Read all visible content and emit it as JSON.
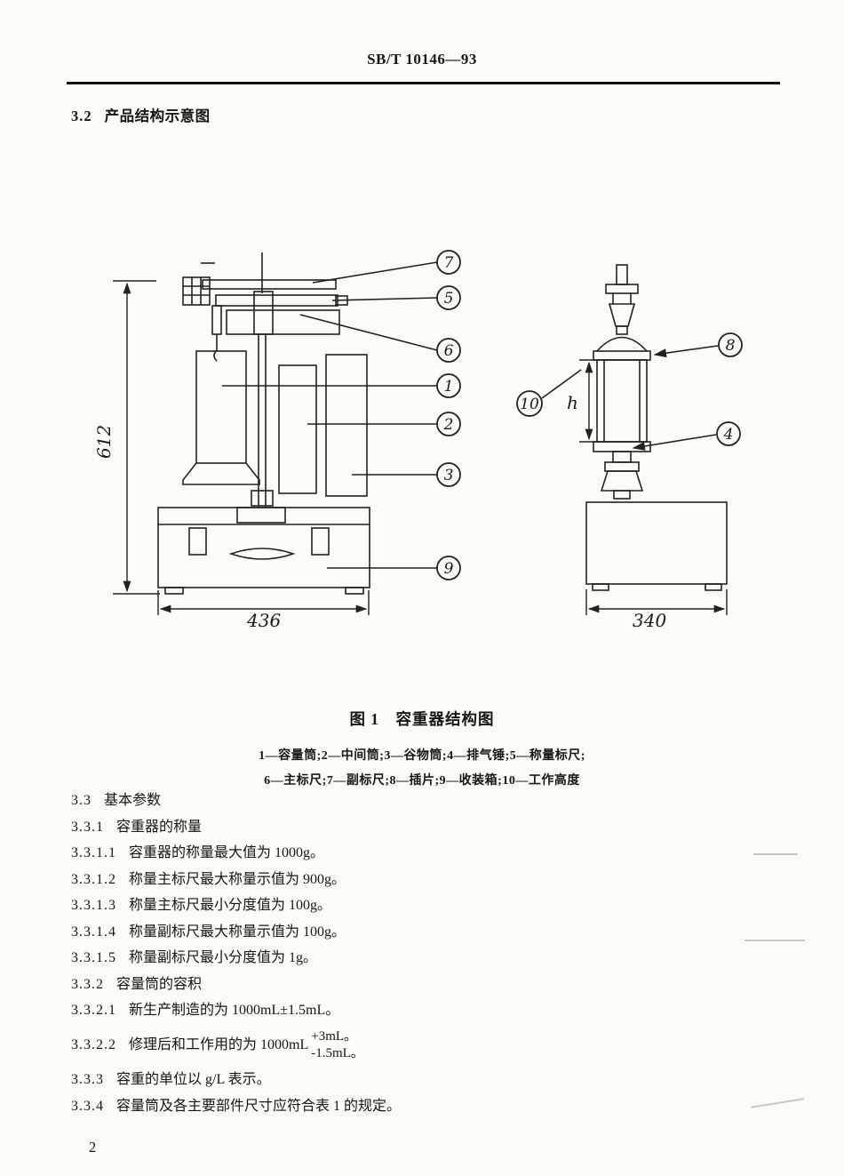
{
  "header": {
    "doc_number": "SB/T 10146—93"
  },
  "section_32": {
    "num": "3.2",
    "text": "产品结构示意图"
  },
  "figure": {
    "caption": "图 1　容重器结构图",
    "legend_line1": "1—容量筒;2—中间筒;3—谷物筒;4—排气锤;5—称量标尺;",
    "legend_line2": "6—主标尺;7—副标尺;8—插片;9—收装箱;10—工作高度",
    "callouts": {
      "c1": "1",
      "c2": "2",
      "c3": "3",
      "c4": "4",
      "c5": "5",
      "c6": "6",
      "c7": "7",
      "c8": "8",
      "c9": "9",
      "c10": "10"
    },
    "dims": {
      "height_left": "612",
      "width_left": "436",
      "width_right": "340",
      "work_height": "h"
    }
  },
  "body": {
    "items": [
      {
        "num": "3.3",
        "text": "基本参数"
      },
      {
        "num": "3.3.1",
        "text": "容重器的称量"
      },
      {
        "num": "3.3.1.1",
        "text": "容重器的称量最大值为 1000g。"
      },
      {
        "num": "3.3.1.2",
        "text": "称量主标尺最大称量示值为 900g。"
      },
      {
        "num": "3.3.1.3",
        "text": "称量主标尺最小分度值为 100g。"
      },
      {
        "num": "3.3.1.4",
        "text": "称量副标尺最大称量示值为 100g。"
      },
      {
        "num": "3.3.1.5",
        "text": "称量副标尺最小分度值为 1g。"
      },
      {
        "num": "3.3.2",
        "text": "容量筒的容积"
      },
      {
        "num": "3.3.2.1",
        "text": "新生产制造的为 1000mL±1.5mL。"
      },
      {
        "num": "3.3.2.2",
        "text": "修理后和工作用的为 1000mL",
        "tol_plus": "+3mL。",
        "tol_minus": "-1.5mL。"
      },
      {
        "num": "3.3.3",
        "text": "容重的单位以 g/L 表示。"
      },
      {
        "num": "3.3.4",
        "text": "容量筒及各主要部件尺寸应符合表 1 的规定。"
      }
    ]
  },
  "footer": {
    "page_number": "2"
  }
}
